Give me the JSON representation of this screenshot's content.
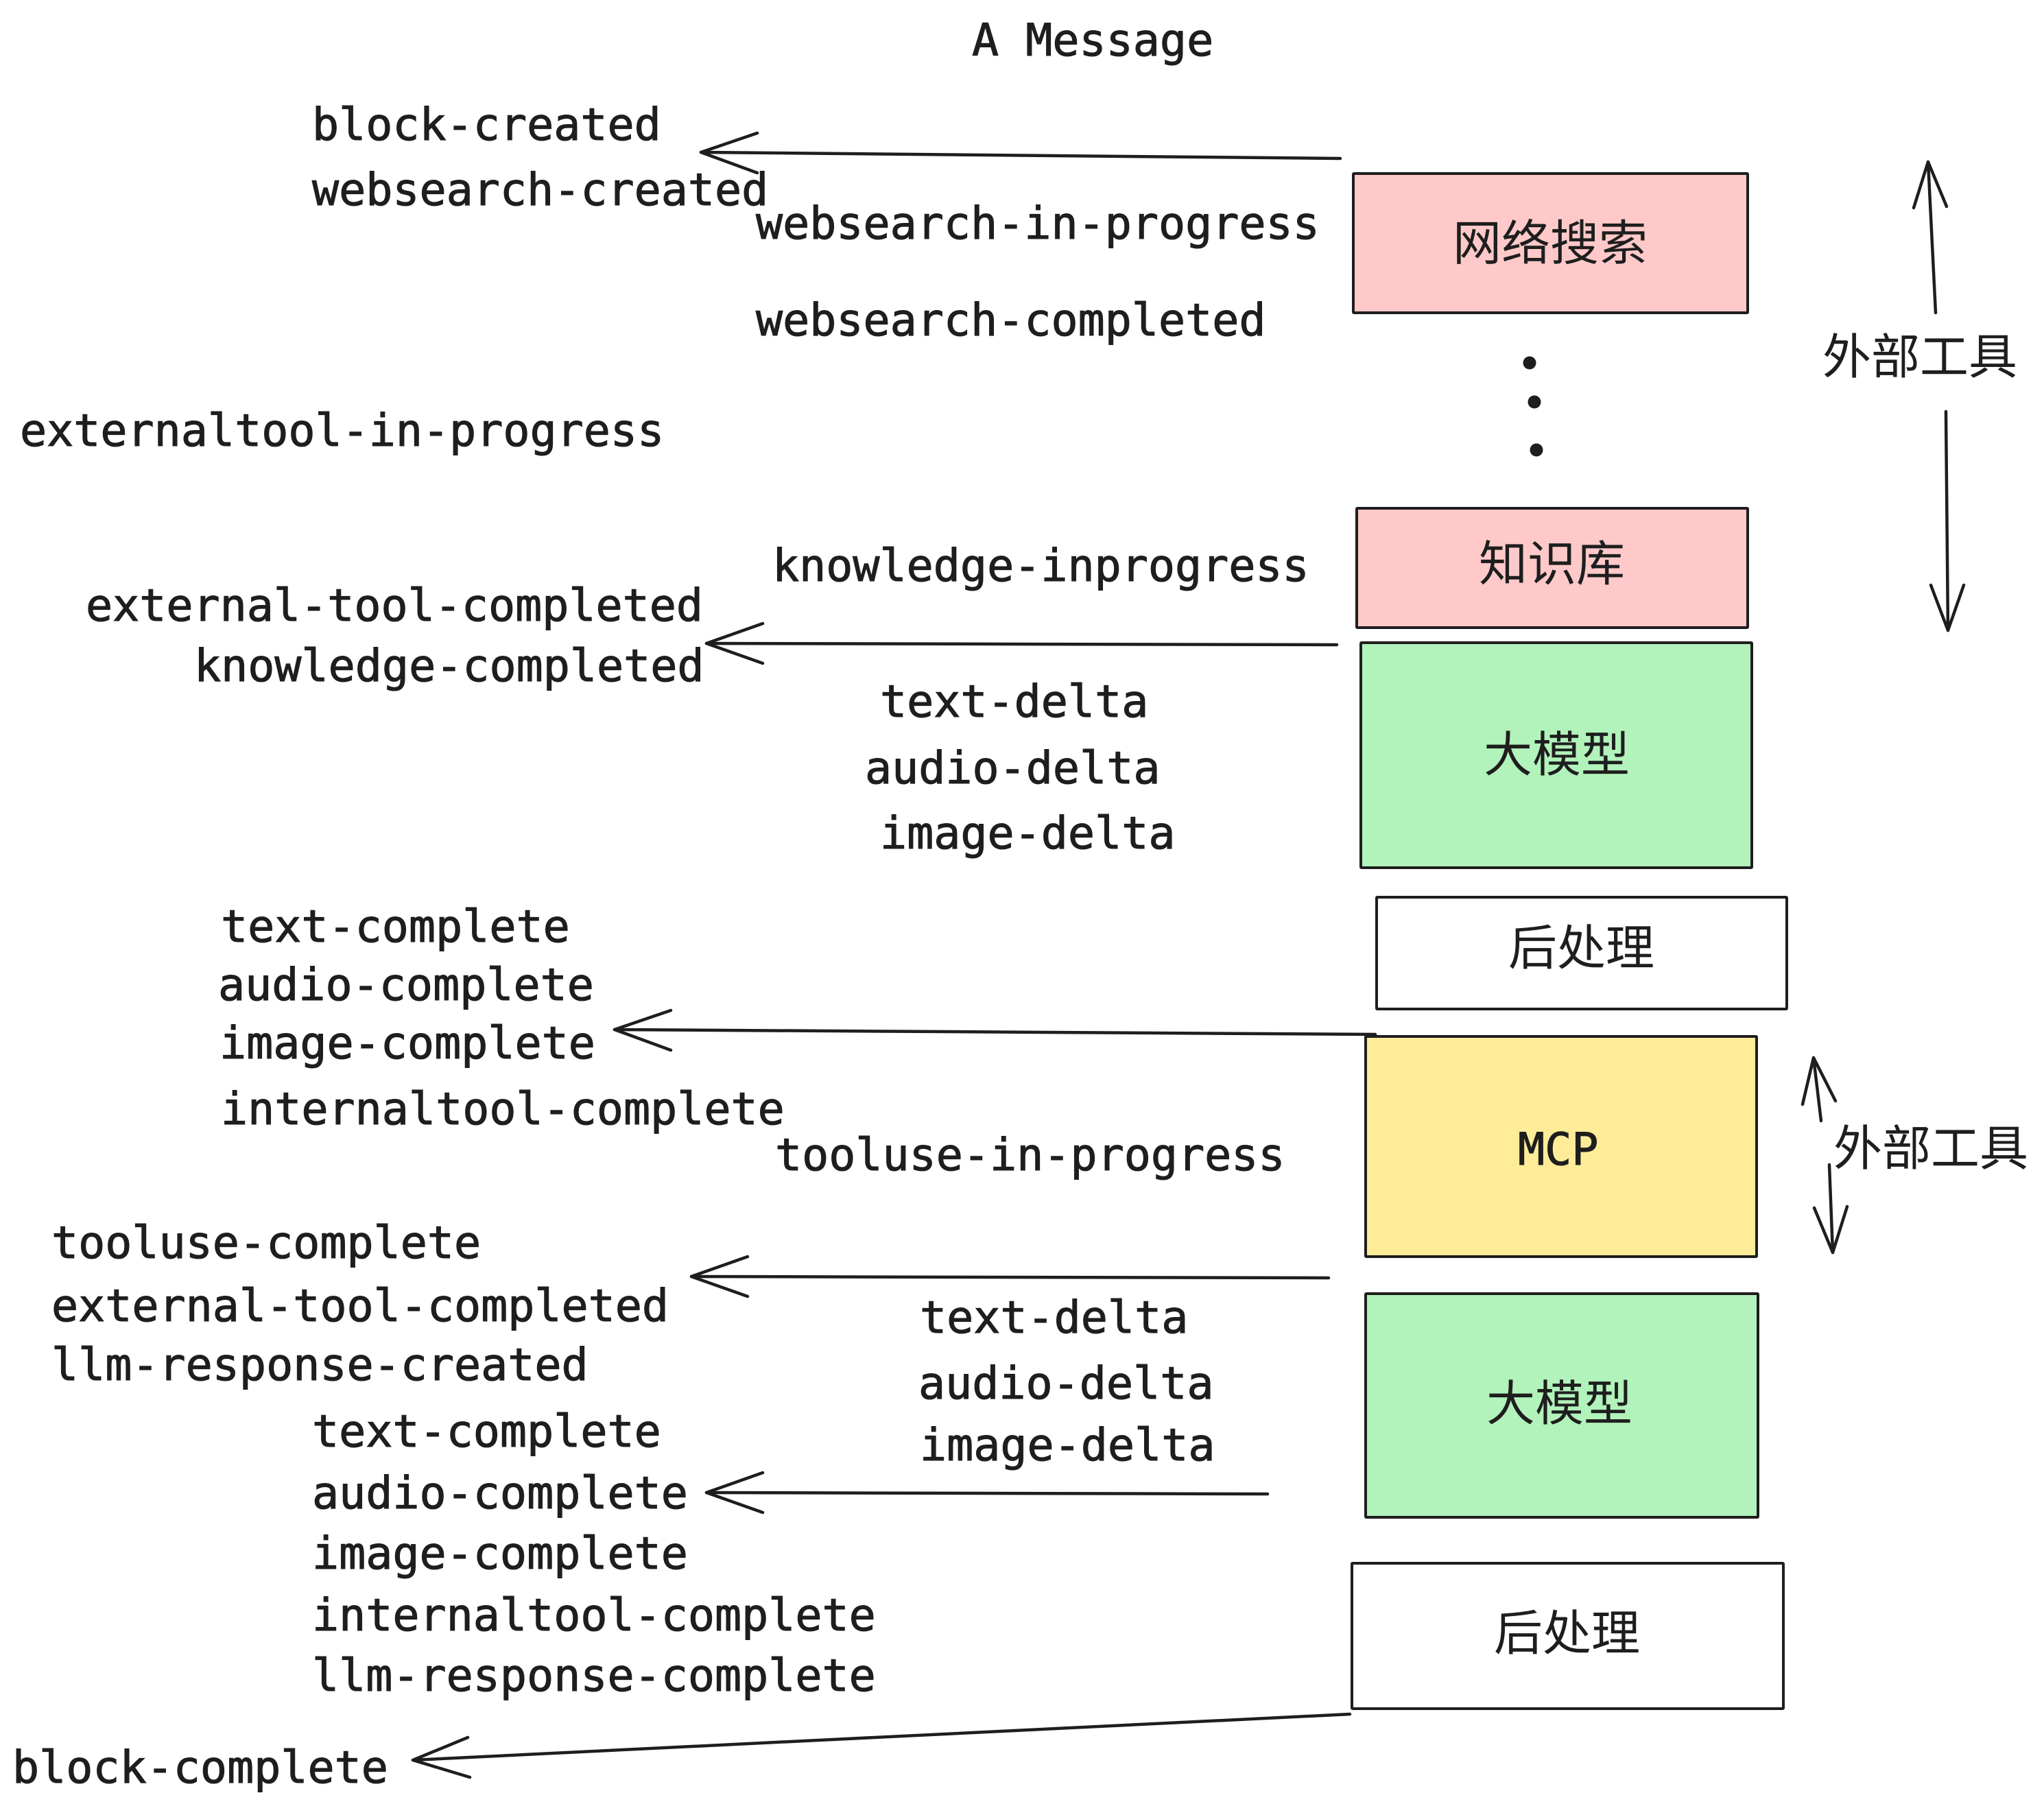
{
  "title": "A Message",
  "colors": {
    "background": "#ffffff",
    "stroke": "#1e1e1e",
    "box_pink": "#ffc9c9",
    "box_green": "#b2f2bb",
    "box_yellow": "#ffec99",
    "box_white": "#ffffff"
  },
  "left_events": [
    {
      "label": "block-created"
    },
    {
      "label": "websearch-created"
    },
    {
      "label": "externaltool-in-progress"
    },
    {
      "label": "external-tool-completed"
    },
    {
      "label": "knowledge-completed"
    },
    {
      "label": "text-complete"
    },
    {
      "label": "audio-complete"
    },
    {
      "label": "image-complete"
    },
    {
      "label": "internaltool-complete"
    },
    {
      "label": "tooluse-complete"
    },
    {
      "label": "external-tool-completed"
    },
    {
      "label": "llm-response-created"
    },
    {
      "label": "text-complete"
    },
    {
      "label": "audio-complete"
    },
    {
      "label": "image-complete"
    },
    {
      "label": "internaltool-complete"
    },
    {
      "label": "llm-response-complete"
    },
    {
      "label": "block-complete"
    }
  ],
  "middle_events": [
    {
      "label": "websearch-in-progress"
    },
    {
      "label": "websearch-completed"
    },
    {
      "label": "knowledge-inprogress"
    },
    {
      "label": "text-delta"
    },
    {
      "label": "audio-delta"
    },
    {
      "label": "image-delta"
    },
    {
      "label": "tooluse-in-progress"
    },
    {
      "label": "text-delta"
    },
    {
      "label": "audio-delta"
    },
    {
      "label": "image-delta"
    }
  ],
  "boxes": [
    {
      "label": "网络搜索"
    },
    {
      "label": "知识库"
    },
    {
      "label": "大模型"
    },
    {
      "label": "后处理"
    },
    {
      "label": "MCP"
    },
    {
      "label": "大模型"
    },
    {
      "label": "后处理"
    }
  ],
  "side_labels": [
    {
      "label": "外部工具"
    },
    {
      "label": "外部工具"
    }
  ]
}
